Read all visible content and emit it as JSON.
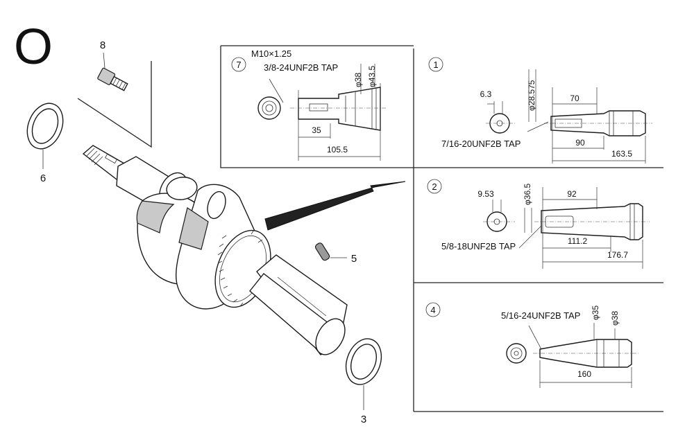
{
  "section_letter": "O",
  "parts": [
    {
      "ref": "3"
    },
    {
      "ref": "5"
    },
    {
      "ref": "6"
    },
    {
      "ref": "8"
    }
  ],
  "details": [
    {
      "id": "7",
      "labels": [
        "M10×1.25",
        "3/8-24UNF2B TAP"
      ],
      "dims": [
        "φ38",
        "φ43.5",
        "35",
        "105.5"
      ]
    },
    {
      "id": "1",
      "labels": [
        "7/16-20UNF2B TAP"
      ],
      "dims": [
        "6.3",
        "φ28.575",
        "70",
        "90",
        "163.5"
      ]
    },
    {
      "id": "2",
      "labels": [
        "5/8-18UNF2B TAP"
      ],
      "dims": [
        "9.53",
        "φ36.5",
        "92",
        "111.2",
        "176.7"
      ]
    },
    {
      "id": "4",
      "labels": [
        "5/16-24UNF2B TAP"
      ],
      "dims": [
        "φ35",
        "φ38",
        "160"
      ]
    }
  ]
}
